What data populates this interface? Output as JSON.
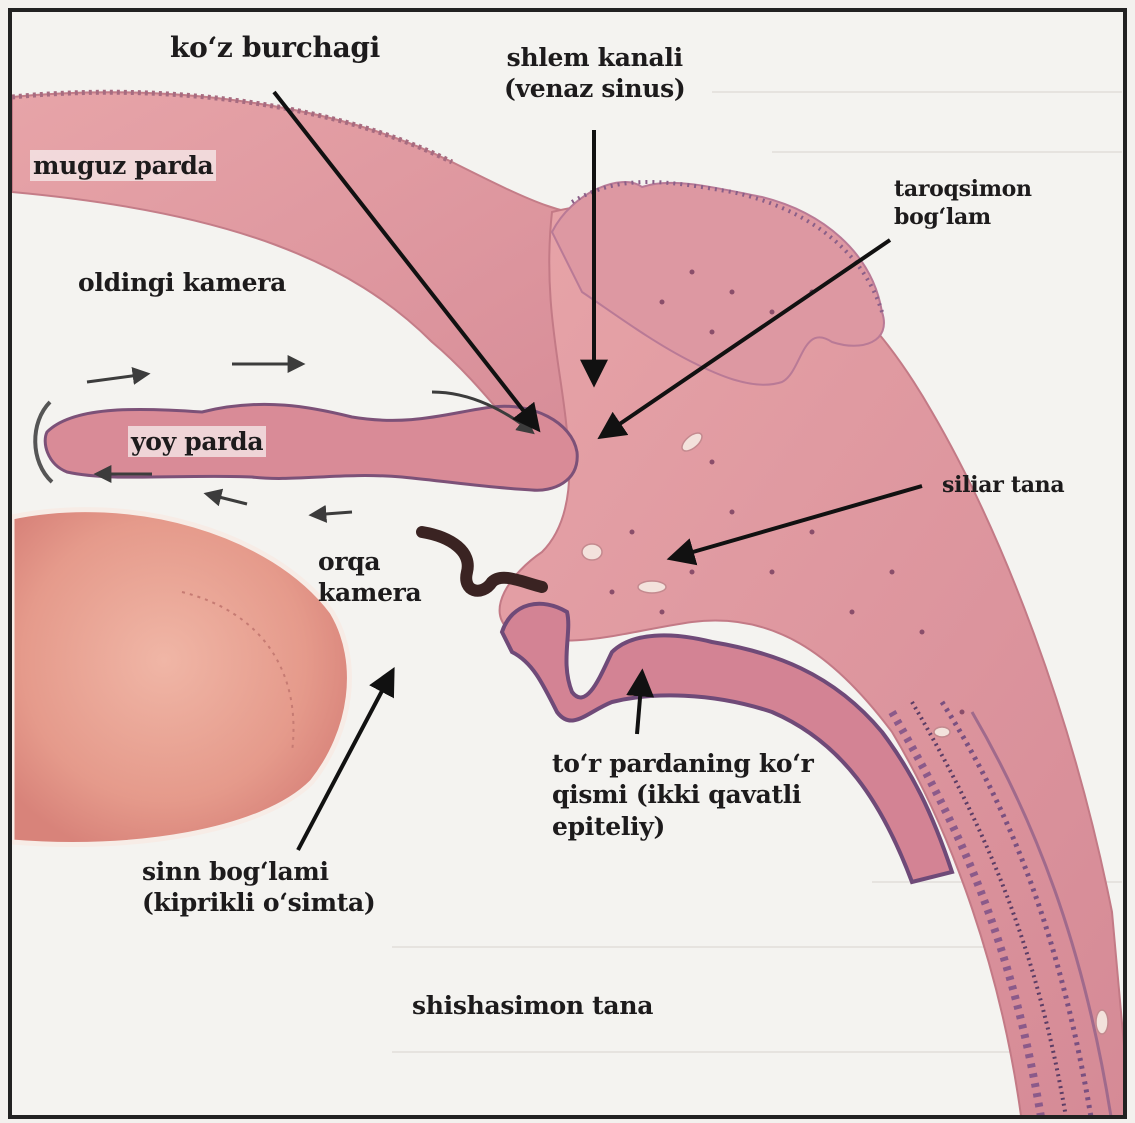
{
  "labels": {
    "koz_burchagi": "ko‘z burchagi",
    "shlem_kanali_1": "shlem kanali",
    "shlem_kanali_2": "(venaz sinus)",
    "muguz_parda": "muguz parda",
    "taroqsimon_1": "taroqsimon",
    "taroqsimon_2": "bog‘lam",
    "oldingi_kamera": "oldingi kamera",
    "yoy_parda": "yoy parda",
    "siliar_tana": "siliar tana",
    "orqa_1": "orqa",
    "orqa_2": "kamera",
    "tor_parda_1": "to‘r pardaning ko‘r",
    "tor_parda_2": "qismi (ikki qavatli",
    "tor_parda_3": "epiteliy)",
    "sinn_1": "sinn bog‘lami",
    "sinn_2": "(kiprikli o‘simta)",
    "shishasimon": "shishasimon tana"
  },
  "colors": {
    "tissue": "#d98a92",
    "tissue_dark": "#c06d7e",
    "epithelium": "#7d4f78",
    "pigment": "#3a2322",
    "lens": "#e69a8c",
    "background": "#f4f3f0",
    "text": "#1d1b1c"
  }
}
